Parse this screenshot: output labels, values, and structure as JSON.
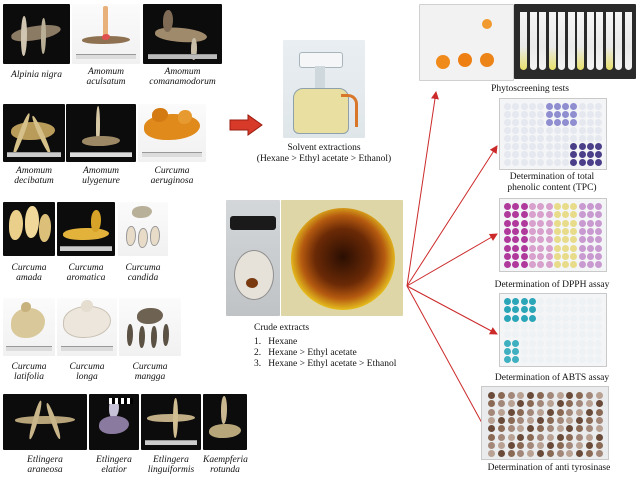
{
  "plants": [
    {
      "name_lines": [
        "Alpinia nigra"
      ]
    },
    {
      "name_lines": [
        "Amomum",
        "aculsatum"
      ]
    },
    {
      "name_lines": [
        "Amomum",
        "comanamodorum"
      ]
    },
    {
      "name_lines": [
        "Amomum",
        "decibatum"
      ]
    },
    {
      "name_lines": [
        "Amomum",
        "ulygenure"
      ]
    },
    {
      "name_lines": [
        "Curcuma",
        "aeruginosa"
      ]
    },
    {
      "name_lines": [
        "Curcuma",
        "amada"
      ]
    },
    {
      "name_lines": [
        "Curcuma",
        "aromatica"
      ]
    },
    {
      "name_lines": [
        "Curcuma",
        "candida"
      ]
    },
    {
      "name_lines": [
        "Curcuma",
        "latifolia"
      ]
    },
    {
      "name_lines": [
        "Curcuma",
        "longa"
      ]
    },
    {
      "name_lines": [
        "Curcuma",
        "mangga"
      ]
    },
    {
      "name_lines": [
        "Etlingera",
        "araneosa"
      ]
    },
    {
      "name_lines": [
        "Etlingera",
        "elatior"
      ]
    },
    {
      "name_lines": [
        "Etlingera",
        "linguiformis"
      ]
    },
    {
      "name_lines": [
        "Kaempferia",
        "rotunda"
      ]
    }
  ],
  "solvent": {
    "title": "Solvent extractions",
    "subtitle": "(Hexane > Ethyl acetate > Ethanol)"
  },
  "crude": {
    "title": "Crude extracts",
    "items": [
      "Hexane",
      "Hexane > Ethyl acetate",
      "Hexane > Ethyl acetate > Ethanol"
    ]
  },
  "assays": [
    {
      "lines": [
        "Phytoscreening tests"
      ]
    },
    {
      "lines": [
        "Determination of total",
        "phenolic content (TPC)"
      ]
    },
    {
      "lines": [
        "Determination of DPPH assay"
      ]
    },
    {
      "lines": [
        "Determination of ABTS assay"
      ]
    },
    {
      "lines": [
        "Determination of anti tyrosinase"
      ]
    }
  ],
  "colors": {
    "arrow": "#cc2a2a",
    "dpph": "#b03a9c",
    "abts": "#2aa6b8",
    "tpc": "#4b3f8a",
    "curcuma_orange": "#e08a1c",
    "curcuma_yellow": "#e9cf8a"
  }
}
